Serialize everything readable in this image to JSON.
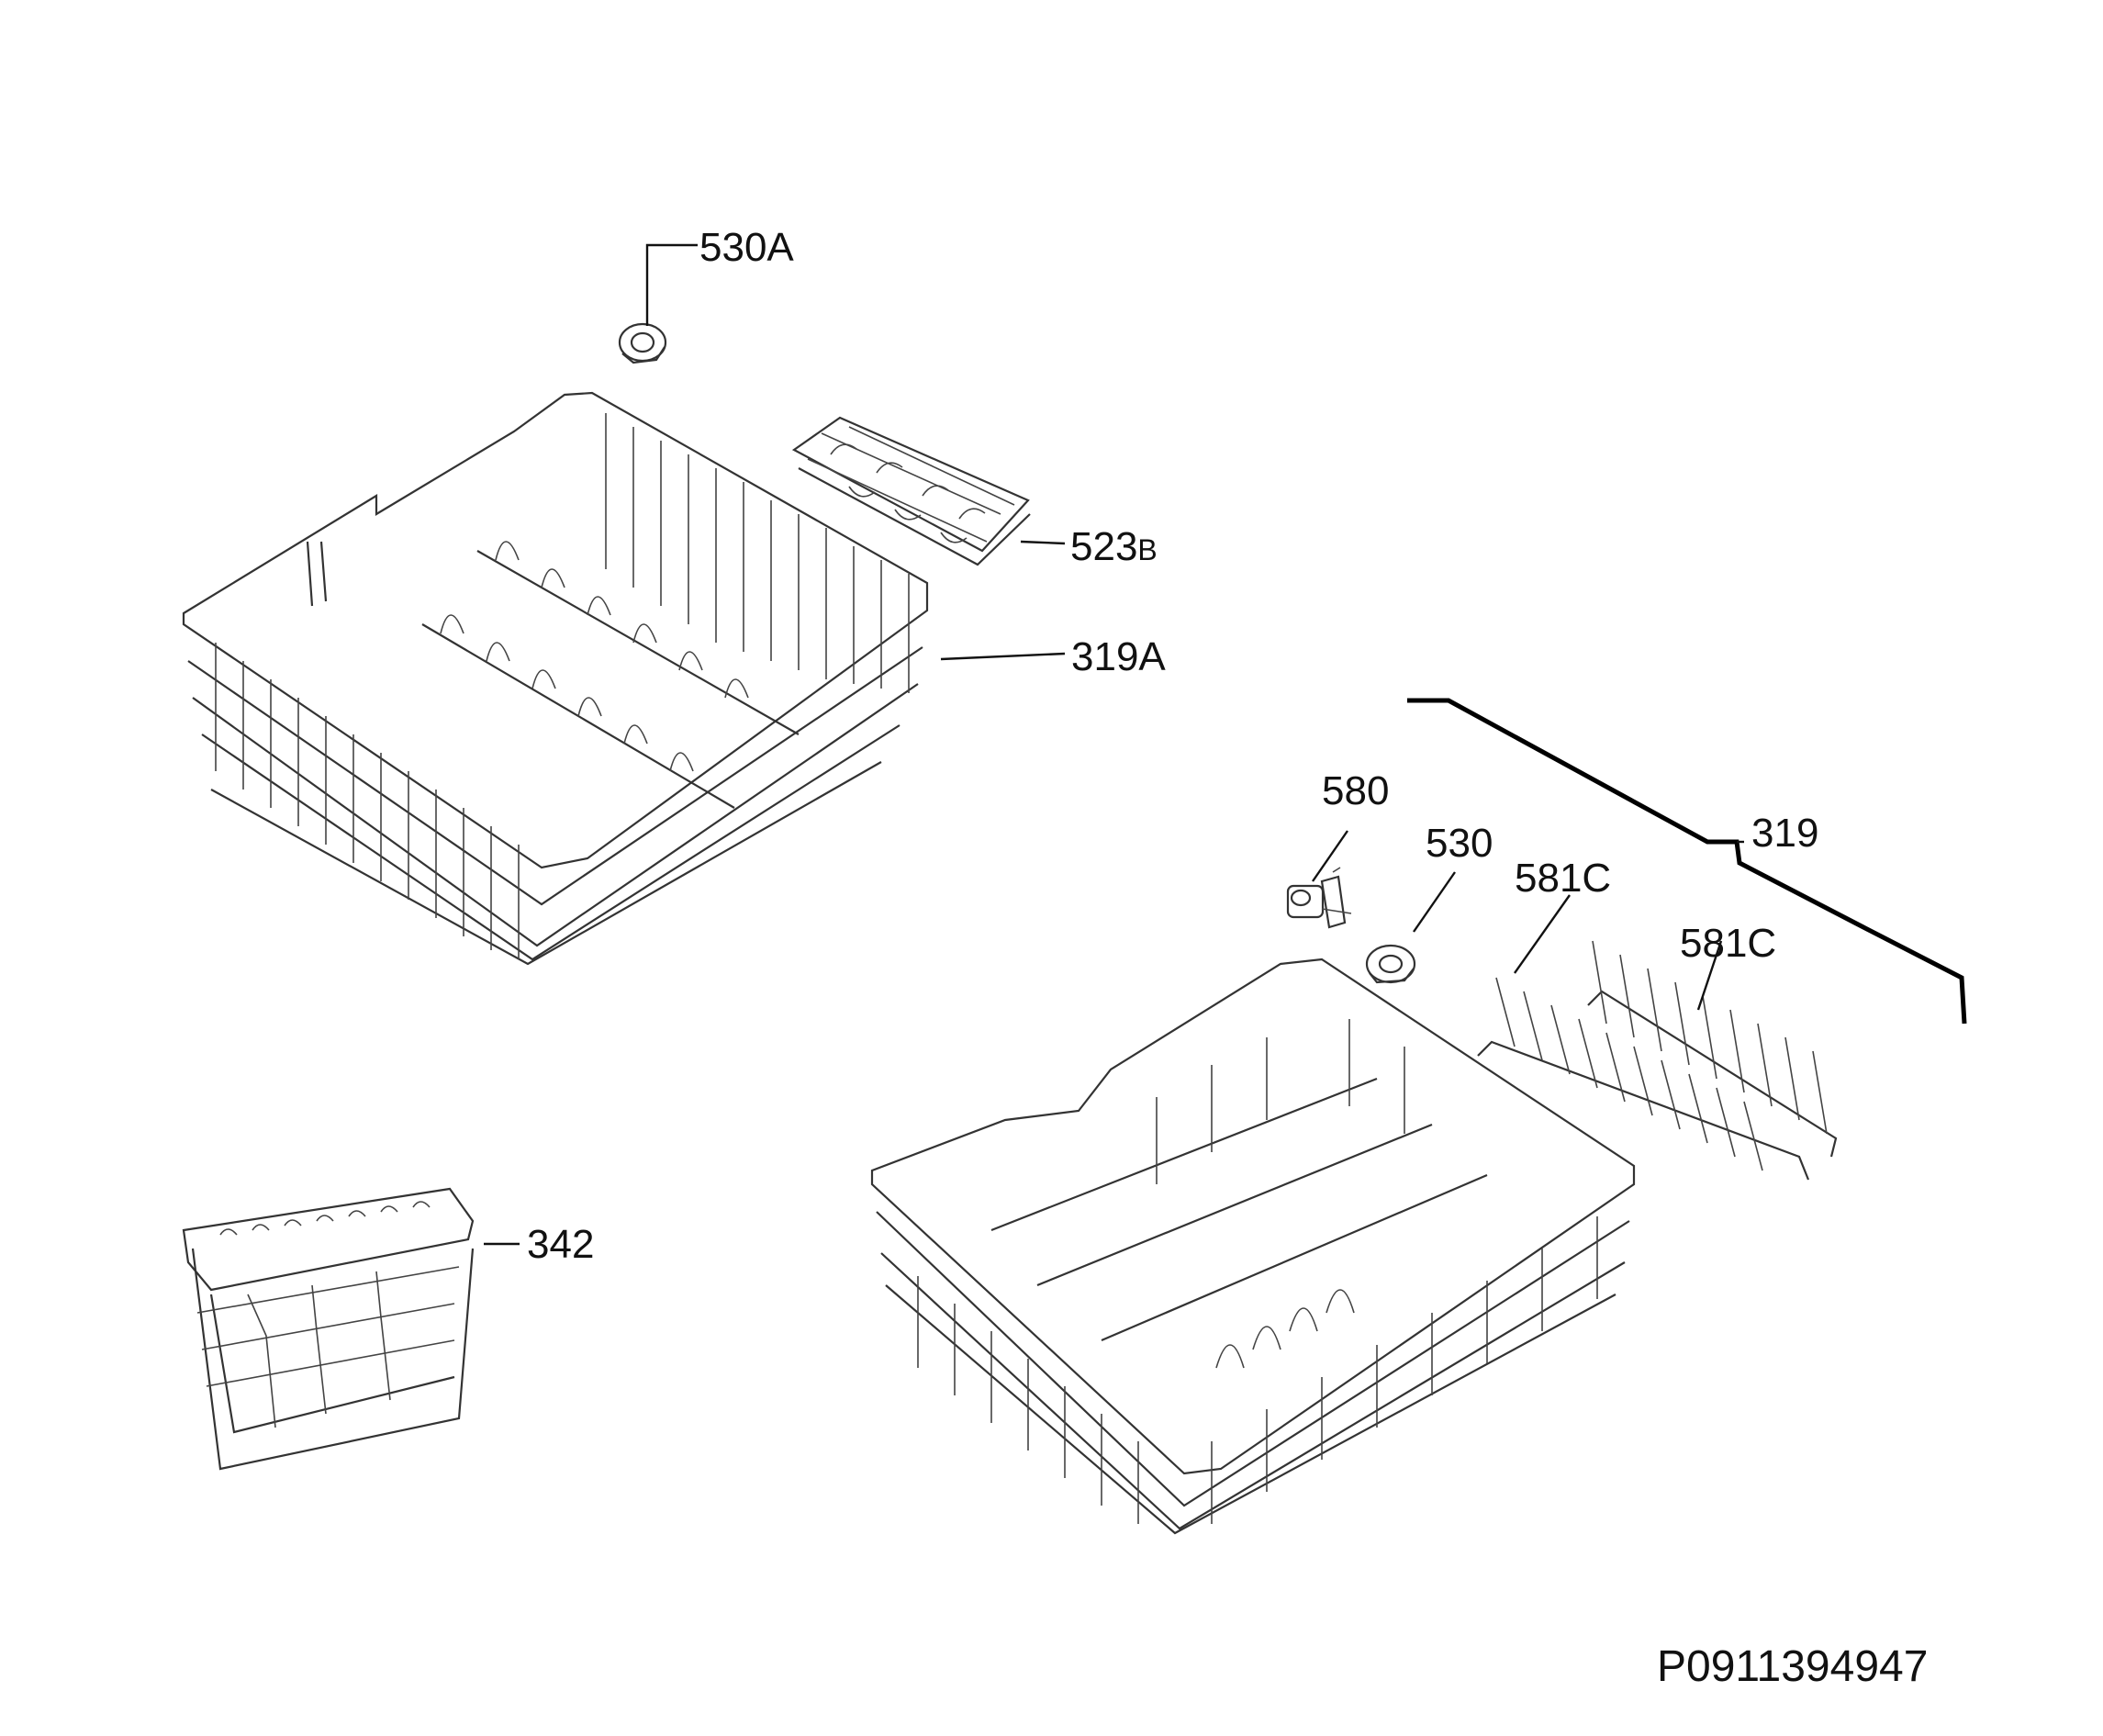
{
  "parts": {
    "wheel_upper": {
      "label": "530A"
    },
    "cup_shelf": {
      "label_main": "523",
      "label_suffix": "B"
    },
    "upper_basket": {
      "label": "319A"
    },
    "slide_rail": {
      "label": "319"
    },
    "clip": {
      "label": "580"
    },
    "wheel_lower": {
      "label": "530"
    },
    "tine_row_left": {
      "label": "581C"
    },
    "tine_row_right": {
      "label": "581C"
    },
    "cutlery_basket": {
      "label": "342"
    }
  },
  "drawing_id": "P0911394947",
  "colors": {
    "line": "#333333",
    "background": "#ffffff"
  }
}
